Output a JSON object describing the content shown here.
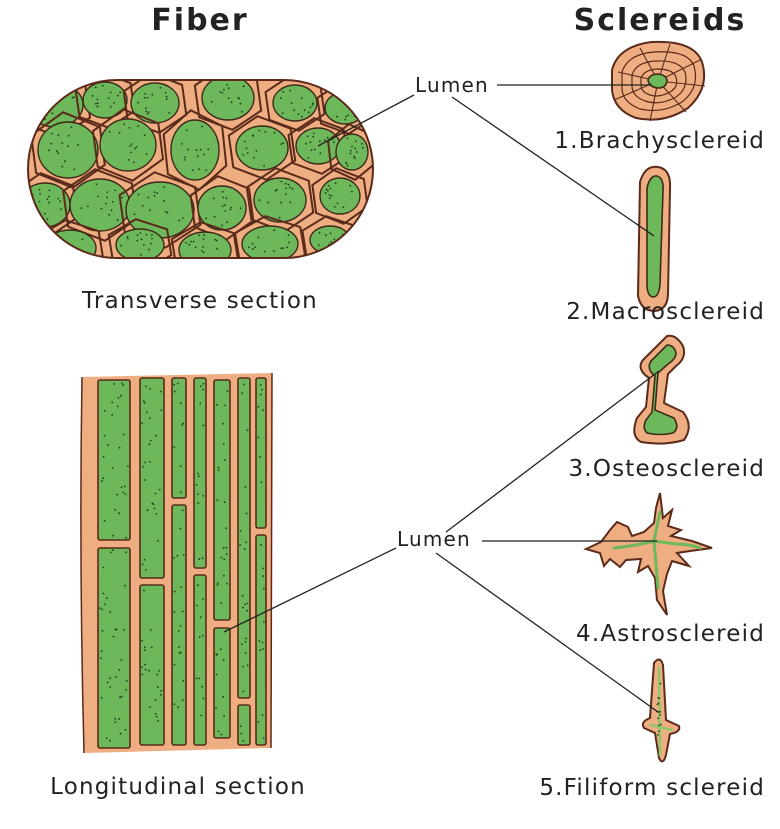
{
  "headings": {
    "fiber": "Fiber",
    "sclereids": "Sclereids"
  },
  "fiber_sections": {
    "transverse": "Transverse section",
    "longitudinal": "Longitudinal section"
  },
  "lumen_labels": {
    "top": "Lumen",
    "bottom": "Lumen"
  },
  "sclereid_types": [
    "1.Brachysclereid",
    "2.Macrosclereid",
    "3.Osteosclereid",
    "4.Astrosclereid",
    "5.Filiform sclereid"
  ],
  "colors": {
    "cell_wall": "#EFAE82",
    "wall_outline": "#5B2A1A",
    "lumen": "#6CB85A",
    "text": "#222222"
  }
}
